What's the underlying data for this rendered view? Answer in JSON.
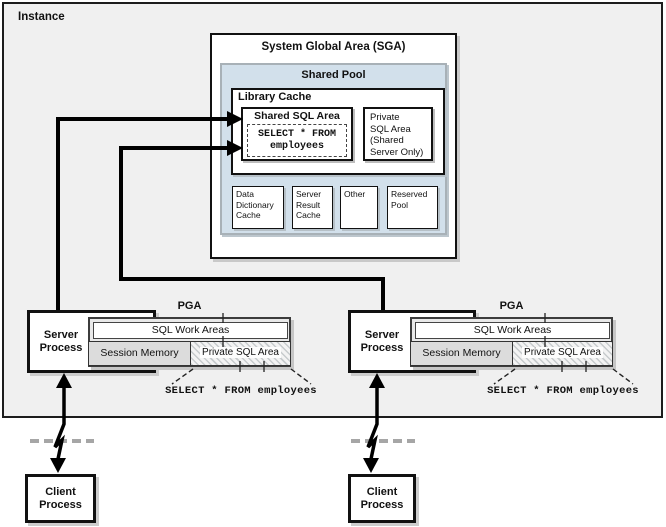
{
  "diagram": {
    "instance_label": "Instance",
    "sga": {
      "title": "System Global Area (SGA)",
      "shared_pool": {
        "title": "Shared Pool",
        "library_cache": {
          "title": "Library Cache",
          "shared_sql_area": {
            "title": "Shared SQL Area",
            "sql_statement": "SELECT * FROM\nemployees"
          },
          "private_sql_area_label": "Private\nSQL Area\n(Shared\nServer Only)"
        },
        "sub_boxes": [
          {
            "label": "Data\nDictionary\nCache"
          },
          {
            "label": "Server\nResult\nCache"
          },
          {
            "label": "Other"
          },
          {
            "label": "Reserved\nPool"
          }
        ]
      }
    },
    "pga": {
      "title": "PGA",
      "sql_work_areas_label": "SQL Work Areas",
      "session_memory_label": "Session Memory",
      "private_sql_area_label": "Private SQL Area",
      "sql_statement": "SELECT * FROM employees"
    },
    "server_process_label": "Server\nProcess",
    "client_process_label": "Client\nProcess",
    "colors": {
      "instance_bg": "#f0f0f0",
      "shared_pool_bg": "#d2e0eb",
      "pga_bg": "#e9e9e9",
      "session_memory_bg": "#dcdcdc",
      "arrow": "#000000",
      "connection_dash": "#a6a6a6"
    }
  }
}
